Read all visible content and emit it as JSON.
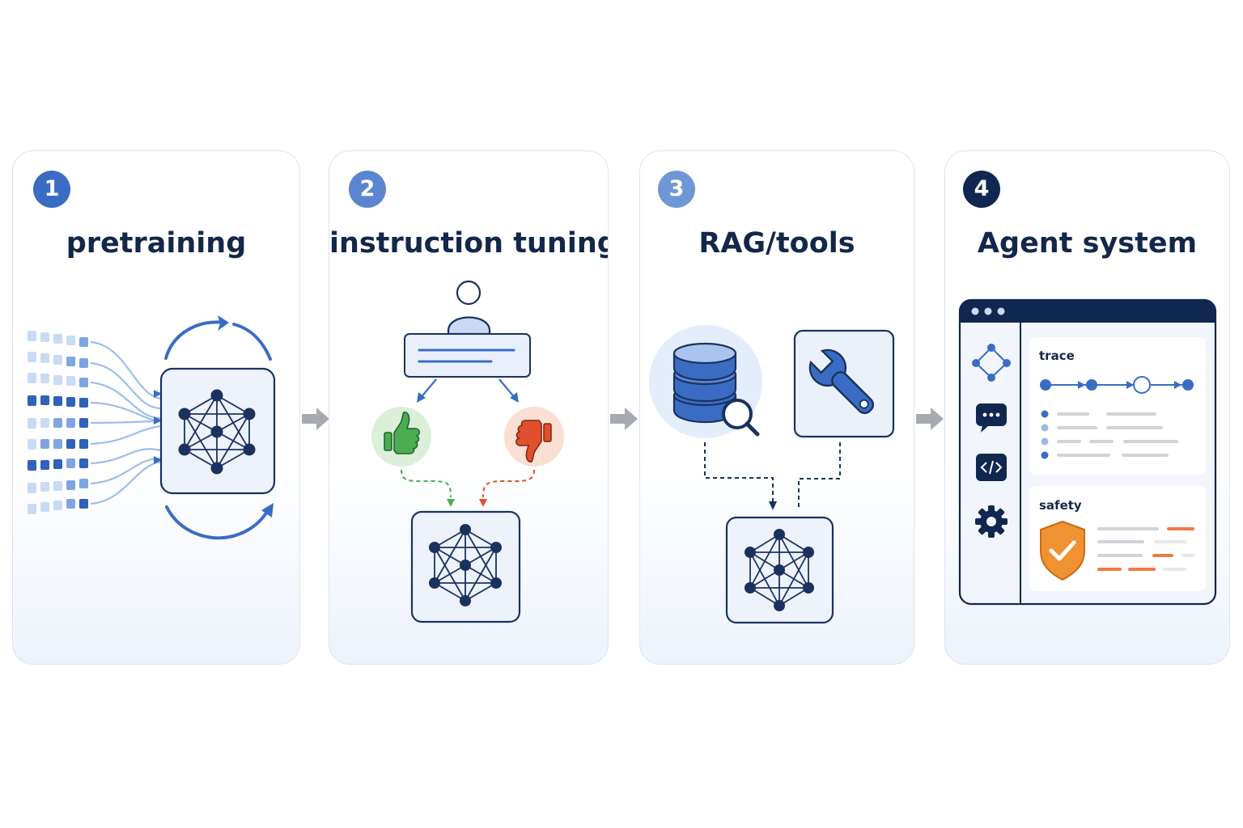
{
  "stages": [
    {
      "number": "1",
      "title": "pretraining",
      "badge_color": "#3b6cc3"
    },
    {
      "number": "2",
      "title": "instruction tuning",
      "badge_color": "#5b86cf"
    },
    {
      "number": "3",
      "title": "RAG/tools",
      "badge_color": "#6f97d6"
    },
    {
      "number": "4",
      "title": "Agent system",
      "badge_color": "#10274f"
    }
  ],
  "agent_window": {
    "trace_label": "trace",
    "safety_label": "safety"
  },
  "colors": {
    "navy": "#1a3260",
    "blue": "#3a6cc4",
    "light_blue": "#c9daf4",
    "green": "#4aad52",
    "red": "#e0502c",
    "orange": "#f09232",
    "arrow_gray": "#a7abb1"
  },
  "icons": [
    "network-icon",
    "person-icon",
    "thumbs-up-icon",
    "thumbs-down-icon",
    "database-icon",
    "search-icon",
    "wrench-icon",
    "workflow-icon",
    "chat-icon",
    "code-icon",
    "gear-icon",
    "shield-check-icon"
  ]
}
